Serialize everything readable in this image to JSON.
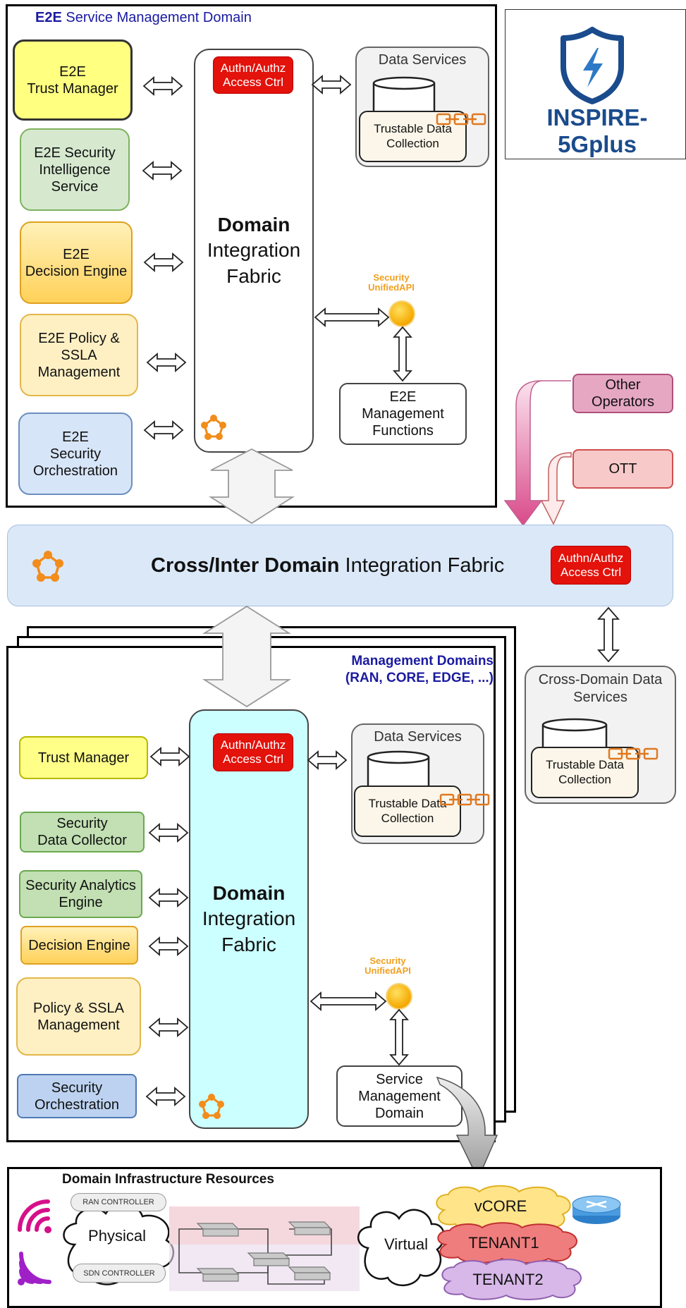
{
  "e2e_domain": {
    "title_bold": "E2E",
    "title_rest": " Service Management Domain",
    "left_boxes": [
      {
        "label": "E2E\nTrust Manager"
      },
      {
        "label": "E2E Security\nIntelligence\nService"
      },
      {
        "label": "E2E\nDecision Engine"
      },
      {
        "label": "E2E Policy &\nSSLA\nManagement"
      },
      {
        "label": "E2E\nSecurity\nOrchestration"
      }
    ],
    "auth_tag": "Authn/Authz\nAccess Ctrl",
    "fabric_bold": "Domain",
    "fabric_rest": "Integration\nFabric",
    "data_services_title": "Data Services",
    "trustable_label": "Trustable Data\nCollection",
    "api_label": "Security\nUnifiedAPI",
    "mgmt_functions": "E2E\nManagement\nFunctions"
  },
  "logo": {
    "text": "INSPIRE-5Gplus"
  },
  "external": {
    "other_operators": "Other\nOperators",
    "ott": "OTT"
  },
  "cross_domain": {
    "bold": "Cross/Inter Domain",
    "rest": " Integration Fabric",
    "auth_tag": "Authn/Authz\nAccess Ctrl",
    "data_services_title": "Cross-Domain Data\nServices",
    "trustable_label": "Trustable Data\nCollection"
  },
  "mgmt_domains": {
    "title": "Management Domains\n(RAN, CORE, EDGE, ...)",
    "left_boxes": [
      {
        "label": "Trust Manager"
      },
      {
        "label": "Security\nData Collector"
      },
      {
        "label": "Security Analytics\nEngine"
      },
      {
        "label": "Decision Engine"
      },
      {
        "label": "Policy & SSLA\nManagement"
      },
      {
        "label": "Security\nOrchestration"
      }
    ],
    "auth_tag": "Authn/Authz\nAccess Ctrl",
    "fabric_bold": "Domain",
    "fabric_rest": "Integration\nFabric",
    "data_services_title": "Data Services",
    "trustable_label": "Trustable Data\nCollection",
    "api_label": "Security\nUnifiedAPI",
    "service_mgmt": "Service\nManagement\nDomain"
  },
  "infra": {
    "title": "Domain Infrastructure Resources",
    "ran_controller": "RAN CONTROLLER",
    "sdn_controller": "SDN CONTROLLER",
    "physical": "Physical",
    "virtual": "Virtual",
    "vcore": "vCORE",
    "tenant1": "TENANT1",
    "tenant2": "TENANT2"
  },
  "colors": {
    "auth_red": "#e3120b",
    "title_blue": "#1a1aa0",
    "api_orange": "#f0a020",
    "cross_fabric_bg": "#dbe8f8",
    "mgmt_fabric_bg": "#ccffff"
  },
  "icons": [
    "shield-bolt-icon",
    "pentagon-nodes-icon",
    "database-icon",
    "chain-link-icon",
    "wifi-signal-icon",
    "router-icon",
    "switch-icon"
  ]
}
